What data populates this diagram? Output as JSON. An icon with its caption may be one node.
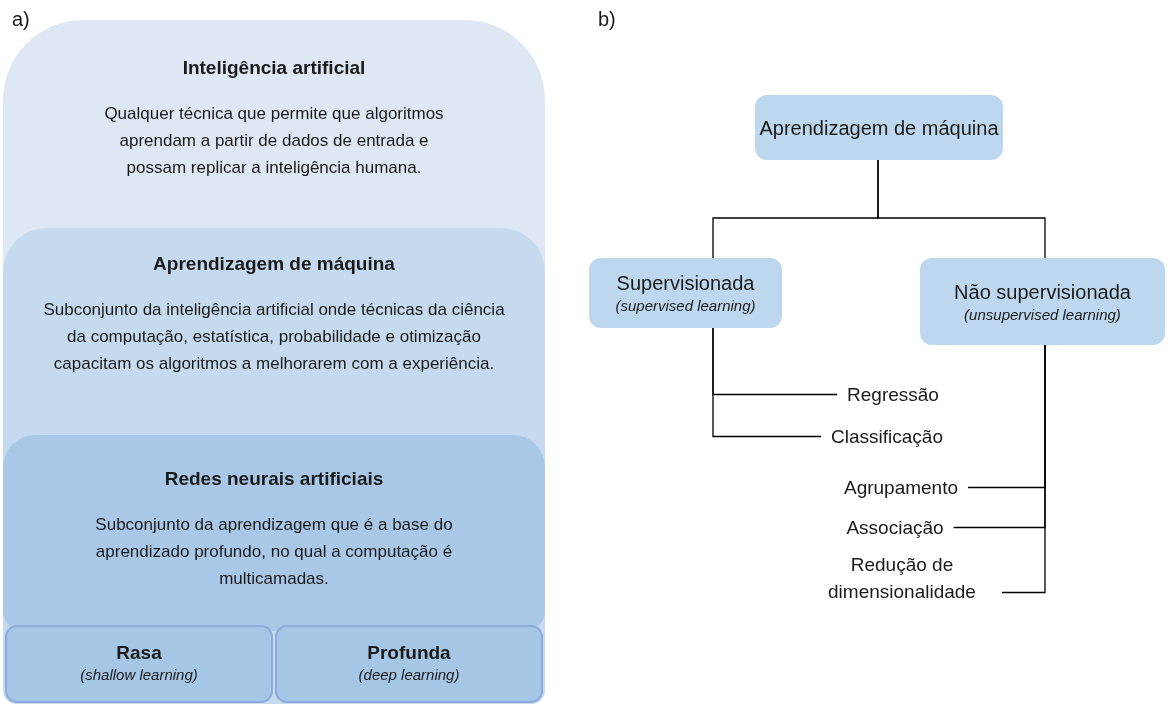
{
  "diagram": {
    "nodes": [
      {
        "text": [
          "Inteligência artificial",
          "Qualquer técnica que permite que algoritmos aprendam a partir de dados de entrada e possam replicar a inteligência humana."
        ]
      },
      {
        "text": [
          "Aprendizagem de máquina",
          "Subconjunto da inteligência artificial onde técnicas da ciência da computação, estatística, probabilidade e otimização capacitam os algoritmos a melhorarem com a experiência."
        ],
        "in": 0
      },
      {
        "text": [
          "Redes neurais artificiais",
          "Subconjunto da aprendizagem que é a base do aprendizado profundo, no qual a computação é multicamadas."
        ],
        "in": 1
      },
      {
        "text": [
          "Rasa",
          "(shallow learning)"
        ],
        "in": 1
      },
      {
        "text": [
          "Profunda",
          "(deep learning)"
        ],
        "in": 1
      },
      {
        "text": [
          "Aprendizagem de máquina"
        ]
      },
      {
        "text": [
          "Supervisionada",
          "(supervised learning)"
        ]
      },
      {
        "text": [
          "Não supervisionada",
          "(unsupervised learning)"
        ]
      },
      {
        "text": [
          "Regressão"
        ]
      },
      {
        "text": [
          "Classificação"
        ]
      },
      {
        "text": [
          "Agrupamento"
        ]
      },
      {
        "text": [
          "Associação"
        ]
      },
      {
        "text": [
          "Redução de dimensionalidade"
        ]
      }
    ],
    "edges": [
      {
        "from": 5,
        "to": 6,
        "arrow": "none"
      },
      {
        "from": 5,
        "to": 7,
        "arrow": "none"
      },
      {
        "from": 6,
        "to": 8,
        "arrow": "none"
      },
      {
        "from": 6,
        "to": 9,
        "arrow": "none"
      },
      {
        "from": 7,
        "to": 10,
        "arrow": "none"
      },
      {
        "from": 7,
        "to": 11,
        "arrow": "none"
      },
      {
        "from": 7,
        "to": 12,
        "arrow": "none"
      }
    ],
    "labels": [
      "a)",
      "b)"
    ]
  }
}
